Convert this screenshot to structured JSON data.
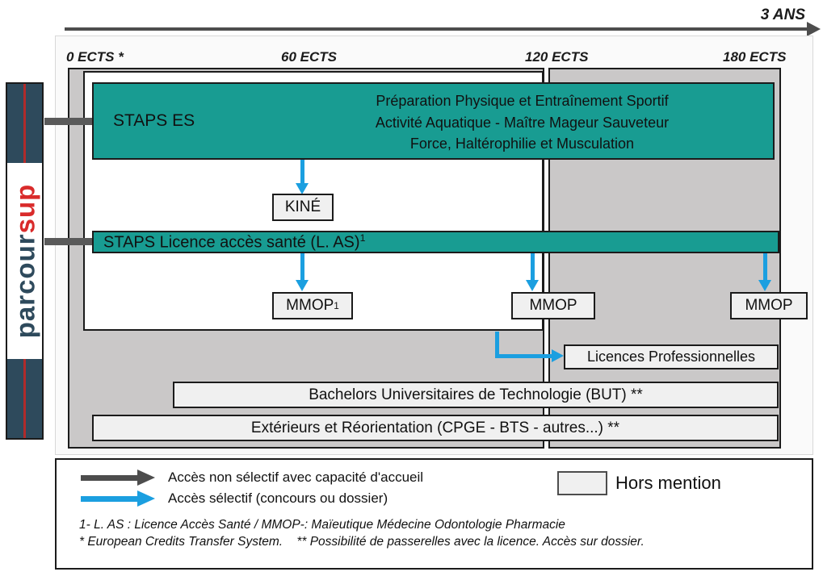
{
  "timeline": {
    "label": "3 ANS",
    "ects": [
      {
        "id": "0",
        "label": "0 ECTS *"
      },
      {
        "id": "60",
        "label": "60 ECTS"
      },
      {
        "id": "120",
        "label": "120 ECTS"
      },
      {
        "id": "180",
        "label": "180 ECTS"
      }
    ]
  },
  "logo": {
    "part_dark": "parcour",
    "part_red": "sup",
    "full": "parcoursup",
    "color_dark": "#2e4a5c",
    "color_red": "#d92b2b"
  },
  "programs": {
    "staps_es": {
      "title": "STAPS ES",
      "specialities": [
        "Préparation Physique et Entraînement Sportif",
        "Activité Aquatique - Maître Mageur Sauveteur",
        "Force, Haltérophilie et Musculation"
      ],
      "speciality_block": "Préparation Physique et Entraînement Sportif\nActivité Aquatique - Maître Mageur Sauveteur\nForce, Haltérophilie et Musculation"
    },
    "staps_las": {
      "title": "STAPS Licence accès santé (L. AS)",
      "superscript": "1"
    }
  },
  "outcomes": {
    "kine": "KINÉ",
    "mmop_1": "MMOP",
    "mmop_1_sup": "1",
    "mmop_2": "MMOP",
    "mmop_3": "MMOP",
    "licences_pro": "Licences Professionnelles",
    "but": "Bachelors Universitaires de Technologie (BUT) **",
    "exterieurs": "Extérieurs et Réorientation (CPGE - BTS - autres...) **"
  },
  "legend": {
    "non_selectif": "Accès non sélectif avec capacité d'accueil",
    "selectif": "Accès sélectif (concours ou dossier)",
    "hors_mention": "Hors mention",
    "footnote_1": "1- L. AS : Licence Accès Santé / MMOP-: Maïeutique Médecine Odontologie Pharmacie",
    "footnote_2": "* European Credits Transfer System.    ** Possibilité de passerelles avec la licence. Accès sur dossier."
  },
  "colors": {
    "teal": "#189c92",
    "grey_panel": "#cac8c8",
    "blue_arrow": "#1b9fe0",
    "dark_arrow": "#4d4d4d",
    "box_fill": "#f0f0f0"
  }
}
